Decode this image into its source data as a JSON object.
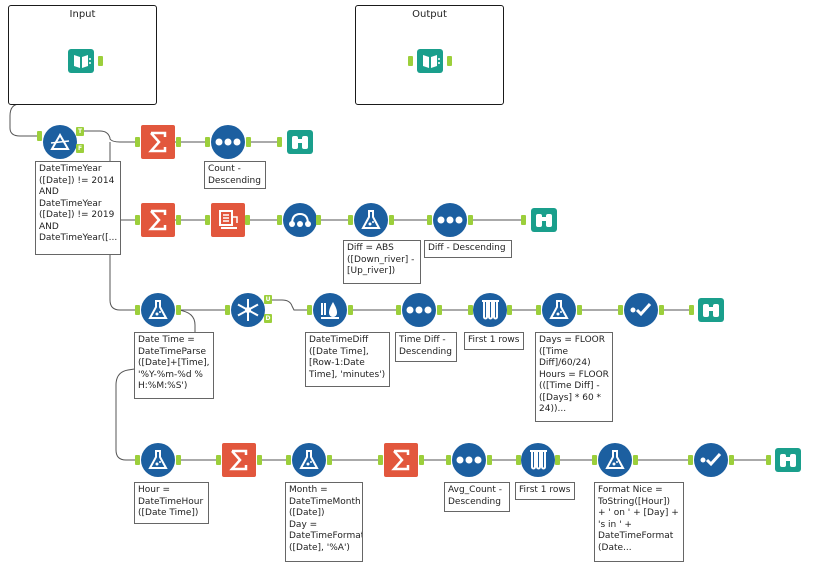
{
  "containers": {
    "input": {
      "title": "Input"
    },
    "output": {
      "title": "Output"
    }
  },
  "annotations": {
    "filter": "DateTimeYear\n([Date]) != 2014\nAND\nDateTimeYear\n([Date]) != 2019\nAND\nDateTimeYear([...",
    "sort_count": "Count -\nDescending",
    "diff_formula": "Diff = ABS\n([Down_river] -\n[Up_river])",
    "diff_sort": "Diff - Descending",
    "datetime_parse": "Date Time =\nDateTimeParse\n([Date]+[Time],\n'%Y-%m-%d %\nH:%M:%S')",
    "datetime_diff": "DateTimeDiff\n([Date Time],\n[Row-1:Date\nTime], 'minutes')",
    "timediff_sort": "Time Diff -\nDescending",
    "first1_a": "First 1 rows",
    "days_hours": "Days = FLOOR\n([Time\nDiff]/60/24)\nHours = FLOOR\n(([Time Diff] -\n([Days] * 60 *\n24))...",
    "hour": "Hour =\nDateTimeHour\n([Date Time])",
    "month_day": "Month =\nDateTimeMonth\n([Date])\nDay =\nDateTimeFormat\n([Date], '%A')",
    "avg_sort": "Avg_Count -\nDescending",
    "first1_b": "First 1 rows",
    "format_nice": "Format Nice =\nToString([Hour])\n+ ' on ' + [Day] +\n's in ' +\nDateTimeFormat\n(Date..."
  },
  "anchors": {
    "true_label": "T",
    "false_label": "F",
    "unique_label": "U",
    "dup_label": "D"
  },
  "colors": {
    "blue": "#1c5fa0",
    "orange": "#e2573d",
    "teal": "#1a9f8c",
    "anchor": "#9ccf3b",
    "wire": "#555555"
  }
}
